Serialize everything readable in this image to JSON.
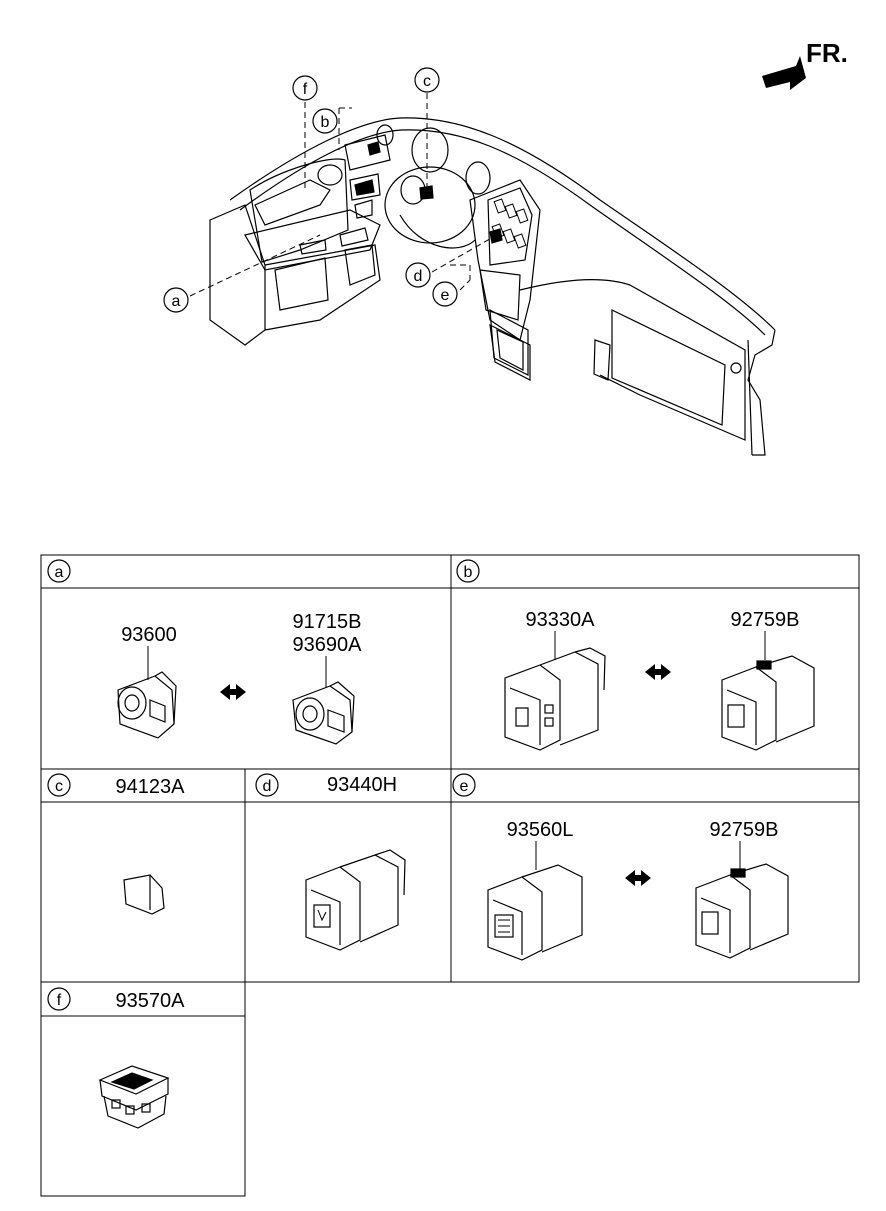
{
  "orientation": {
    "label": "FR."
  },
  "callouts": [
    "a",
    "b",
    "c",
    "d",
    "e",
    "f"
  ],
  "panels": {
    "a": {
      "letter": "a",
      "parts": [
        "93600",
        "91715B",
        "93690A"
      ]
    },
    "b": {
      "letter": "b",
      "parts": [
        "93330A",
        "92759B"
      ]
    },
    "c": {
      "letter": "c",
      "parts": [
        "94123A"
      ]
    },
    "d": {
      "letter": "d",
      "parts": [
        "93440H"
      ]
    },
    "e": {
      "letter": "e",
      "parts": [
        "93560L",
        "92759B"
      ]
    },
    "f": {
      "letter": "f",
      "parts": [
        "93570A"
      ]
    }
  }
}
